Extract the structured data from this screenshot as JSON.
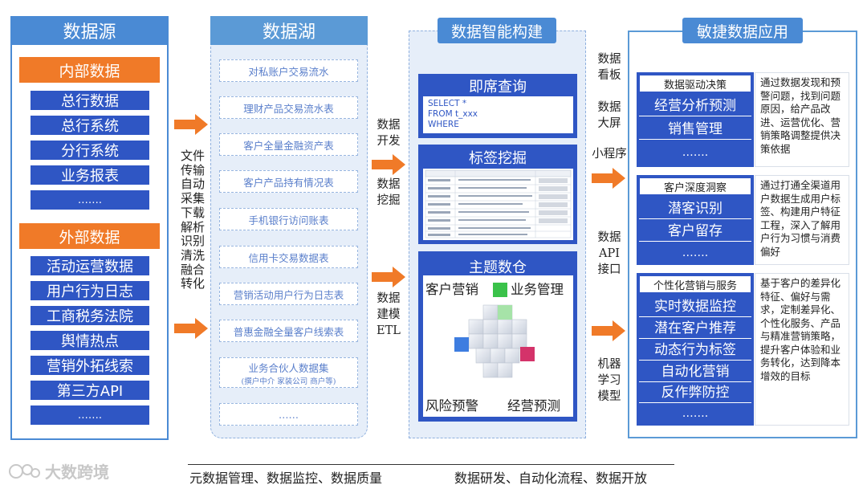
{
  "source": {
    "title": "数据源",
    "internal_title": "内部数据",
    "internal_items": [
      "总行数据",
      "总行系统",
      "分行系统",
      "业务报表",
      "……."
    ],
    "external_title": "外部数据",
    "external_items": [
      "活动运营数据",
      "用户行为日志",
      "工商税务法院",
      "舆情热点",
      "营销外拓线索",
      "第三方API",
      "……."
    ]
  },
  "transfer_label": "文件\n传输\n自动\n采集\n下载\n解析\n识别\n清洗\n融合\n转化",
  "lake": {
    "title": "数据湖",
    "items": [
      "对私账户交易流水",
      "理财产品交易流水表",
      "客户全量金融资产表",
      "客户产品持有情况表",
      "手机银行访问账表",
      "信用卡交易数据表",
      "营销活动用户行为日志表",
      "普惠金融全量客户线索表"
    ],
    "partner_title": "业务合伙人数据集",
    "partner_sub": "(撰户中介 家装公司 商户等)",
    "ellipsis": "……"
  },
  "mid_labels": [
    "数据\n开发",
    "数据\n挖掘",
    "数据\n建模\nETL"
  ],
  "smart": {
    "title": "数据智能构建",
    "query_title": "即席查询",
    "sql": [
      "SELECT *",
      "FROM t_xxx",
      "WHERE"
    ],
    "tag_title": "标签挖掘",
    "warehouse_title": "主题数仓",
    "wh_labels": [
      "客户营销",
      "业务管理",
      "风险预警",
      "经营预测"
    ]
  },
  "channel_labels": [
    "数据\n看板",
    "数据\n大屏",
    "小程序",
    "数据\nAPI\n接口",
    "机器\n学习\n模型"
  ],
  "apps": {
    "title": "敏捷数据应用",
    "groups": [
      {
        "title": "数据驱动决策",
        "items": [
          "经营分析预测",
          "销售管理",
          "……."
        ],
        "desc": "通过数据发现和预警问题，找到问题原因，给产品改进、运营优化、营销策略调整提供决策依据"
      },
      {
        "title": "客户深度洞察",
        "items": [
          "潜客识别",
          "客户留存",
          "……."
        ],
        "desc": "通过打通全渠道用户数据生成用户标签、构建用户特征工程，深入了解用户行为习惯与消费偏好"
      },
      {
        "title": "个性化营销与服务",
        "items": [
          "实时数据监控",
          "潜在客户推荐",
          "动态行为标签",
          "自动化营销",
          "反作弊防控",
          "……."
        ],
        "desc": "基于客户的差异化特征、偏好与需求，定制差异化、个性化服务、产品与精准营销策略，提升客户体验和业务转化，达到降本增效的目标"
      }
    ]
  },
  "footer": {
    "logo": "大数跨境",
    "left": "元数据管理、数据监控、数据质量",
    "right": "数据研发、自动化流程、数据开放"
  },
  "colors": {
    "blue": "#2f56c4",
    "header": "#4a8ad4",
    "orange": "#f07a28",
    "border": "#5b9ad6"
  }
}
